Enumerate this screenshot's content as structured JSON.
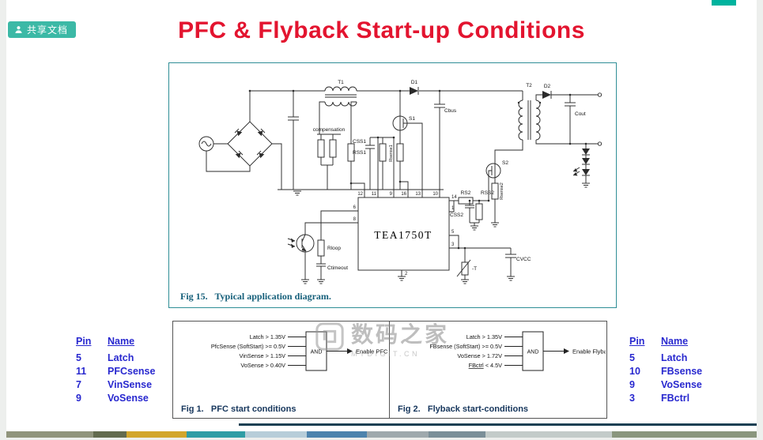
{
  "colors": {
    "accent_teal": "#3cb9a6",
    "corner_teal": "#00b39e",
    "title_red": "#e3142f",
    "table_blue": "#2828cf",
    "figure_border_teal": "#2f8e96",
    "caption_teal": "#155f7a",
    "caption_navy": "#16365c"
  },
  "badge": {
    "label": "共享文档"
  },
  "title": "PFC & Flyback Start-up Conditions",
  "watermark": {
    "text": "数码之家",
    "subtext": "MYDIGIT.CN"
  },
  "fig15": {
    "caption": "Fig 15.   Typical application diagram.",
    "ic": "TEA1750T",
    "labels": {
      "t1": "T1",
      "d1": "D1",
      "t2": "T2",
      "d2": "D2",
      "s1": "S1",
      "s2": "S2",
      "cbus": "Cbus",
      "cout": "Cout",
      "compensation": "compensation",
      "css1": "CSS1",
      "rss1": "RSS1",
      "rsense1": "Rsense1",
      "rs2": "RS2",
      "rss2": "RSS2",
      "css2": "CSS2",
      "rsense2": "Rsense2",
      "rloop": "Rloop",
      "ctimeout": "Ctimeout",
      "cvcc": "CVCC",
      "ntc": "-T"
    },
    "pins": {
      "top": [
        "12",
        "11",
        "9",
        "16",
        "13",
        "10"
      ],
      "left": [
        "6",
        "8"
      ],
      "right": [
        "14",
        "1",
        "5",
        "3"
      ],
      "bottom": [
        "2"
      ]
    }
  },
  "fig1": {
    "conditions": [
      "Latch > 1.35V",
      "PfcSense (SoftStart) >= 0.5V",
      "VinSense > 1.15V",
      "VoSense > 0.40V"
    ],
    "gate": "AND",
    "output": "Enable PFC",
    "caption": "Fig 1.   PFC start conditions"
  },
  "fig2": {
    "conditions": [
      "Latch > 1.35V",
      "FBsense (SoftStart) >= 0.5V",
      "VoSense > 1.72V"
    ],
    "condition4_name": "FBctrl",
    "condition4_rest": " < 4.5V",
    "gate": "AND",
    "output": "Enable Flyback",
    "caption": "Fig 2.   Flyback start-conditions"
  },
  "left_table": {
    "headers": [
      "Pin",
      "Name"
    ],
    "rows": [
      [
        "5",
        "Latch"
      ],
      [
        "11",
        "PFCsense"
      ],
      [
        "7",
        "VinSense"
      ],
      [
        "9",
        "VoSense"
      ]
    ]
  },
  "right_table": {
    "headers": [
      "Pin",
      "Name"
    ],
    "rows": [
      [
        "5",
        "Latch"
      ],
      [
        "10",
        "FBsense"
      ],
      [
        "9",
        "VoSense"
      ],
      [
        "3",
        "FBctrl"
      ]
    ]
  }
}
